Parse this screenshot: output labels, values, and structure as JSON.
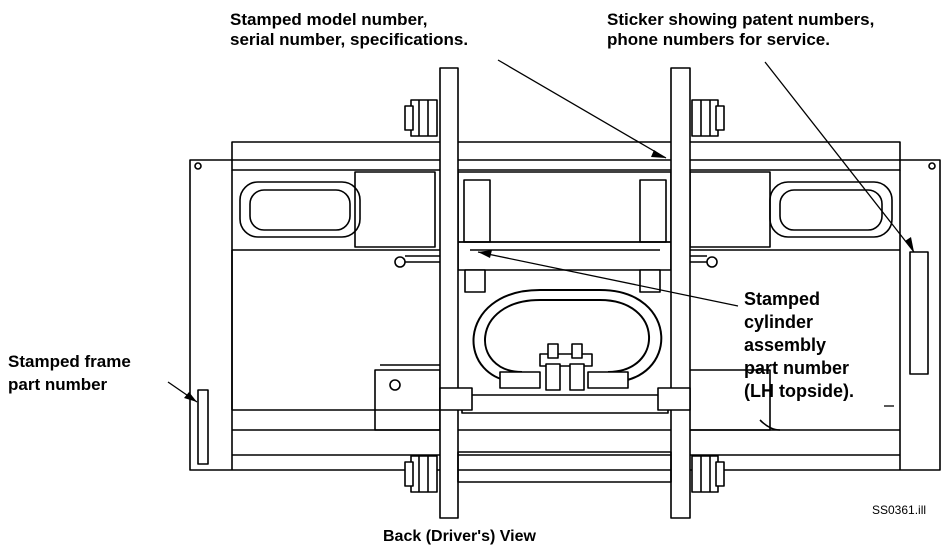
{
  "callouts": {
    "model_number": {
      "lines": [
        "Stamped model number,",
        "serial number, specifications."
      ]
    },
    "sticker": {
      "lines": [
        "Sticker showing patent numbers,",
        "phone numbers for service."
      ]
    },
    "cylinder": {
      "lines": [
        "Stamped",
        "cylinder",
        "assembly",
        "part number",
        "(LH topside)."
      ]
    },
    "frame": {
      "lines": [
        "Stamped frame",
        "part number"
      ]
    }
  },
  "figure_id": "SS0361.ill",
  "caption": "Back (Driver's) View"
}
